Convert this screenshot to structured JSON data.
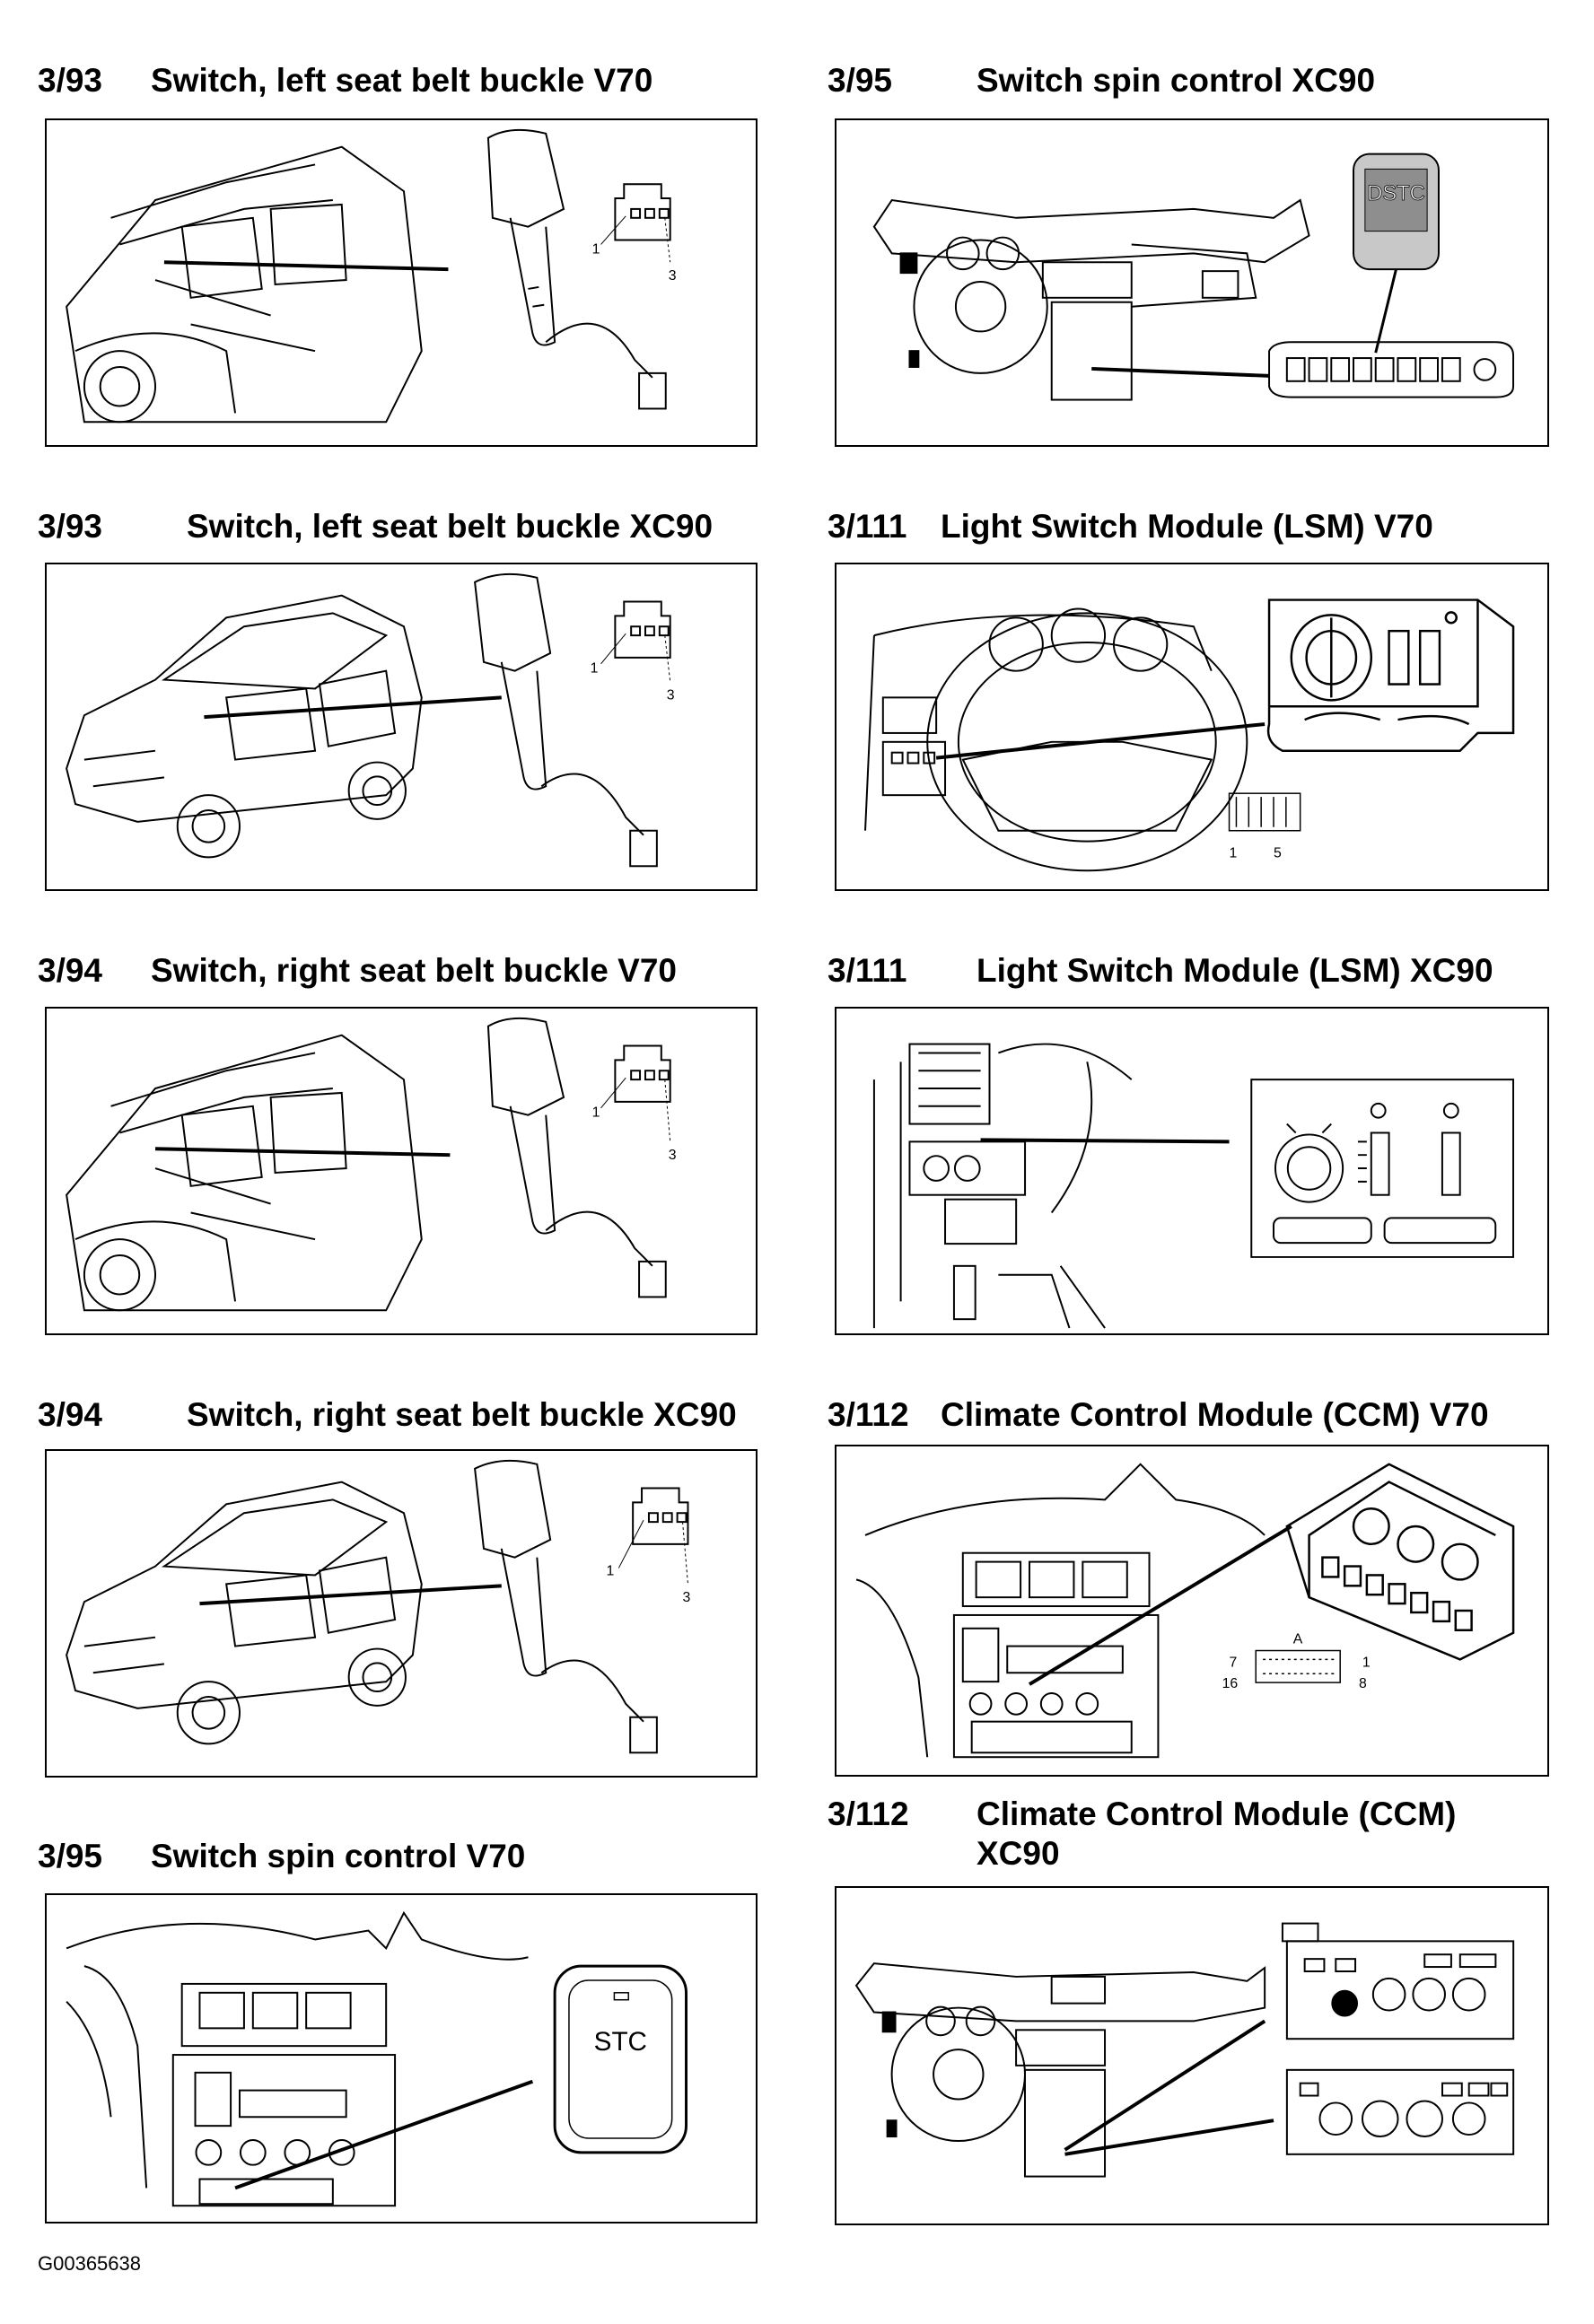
{
  "sections": [
    {
      "ref": "3/93",
      "title": "Switch, left seat belt buckle V70",
      "pins": [
        "1",
        "3"
      ]
    },
    {
      "ref": "3/95",
      "title": "Switch spin control XC90",
      "label": "DSTC"
    },
    {
      "ref": "3/93",
      "title": "Switch, left seat belt buckle XC90",
      "pins": [
        "1",
        "3"
      ]
    },
    {
      "ref": "3/111",
      "title": "Light Switch Module (LSM) V70",
      "pins": [
        "1",
        "5"
      ]
    },
    {
      "ref": "3/94",
      "title": "Switch, right seat belt buckle V70",
      "pins": [
        "1",
        "3"
      ]
    },
    {
      "ref": "3/111",
      "title": "Light Switch Module (LSM) XC90"
    },
    {
      "ref": "3/94",
      "title": "Switch, right seat belt buckle XC90",
      "pins": [
        "1",
        "3"
      ]
    },
    {
      "ref": "3/112",
      "title": "Climate Control Module (CCM) V70",
      "connector": "A",
      "pins": [
        "7",
        "1",
        "16",
        "8"
      ]
    },
    {
      "ref": "3/95",
      "title": "Switch spin control V70",
      "label": "STC"
    },
    {
      "ref": "3/112",
      "title": "Climate Control Module (CCM)",
      "title_line2": "XC90"
    }
  ],
  "figure_code": "G00365638",
  "colors": {
    "ink": "#000000",
    "paper": "#ffffff",
    "panel_gray": "#c8c8c8"
  }
}
